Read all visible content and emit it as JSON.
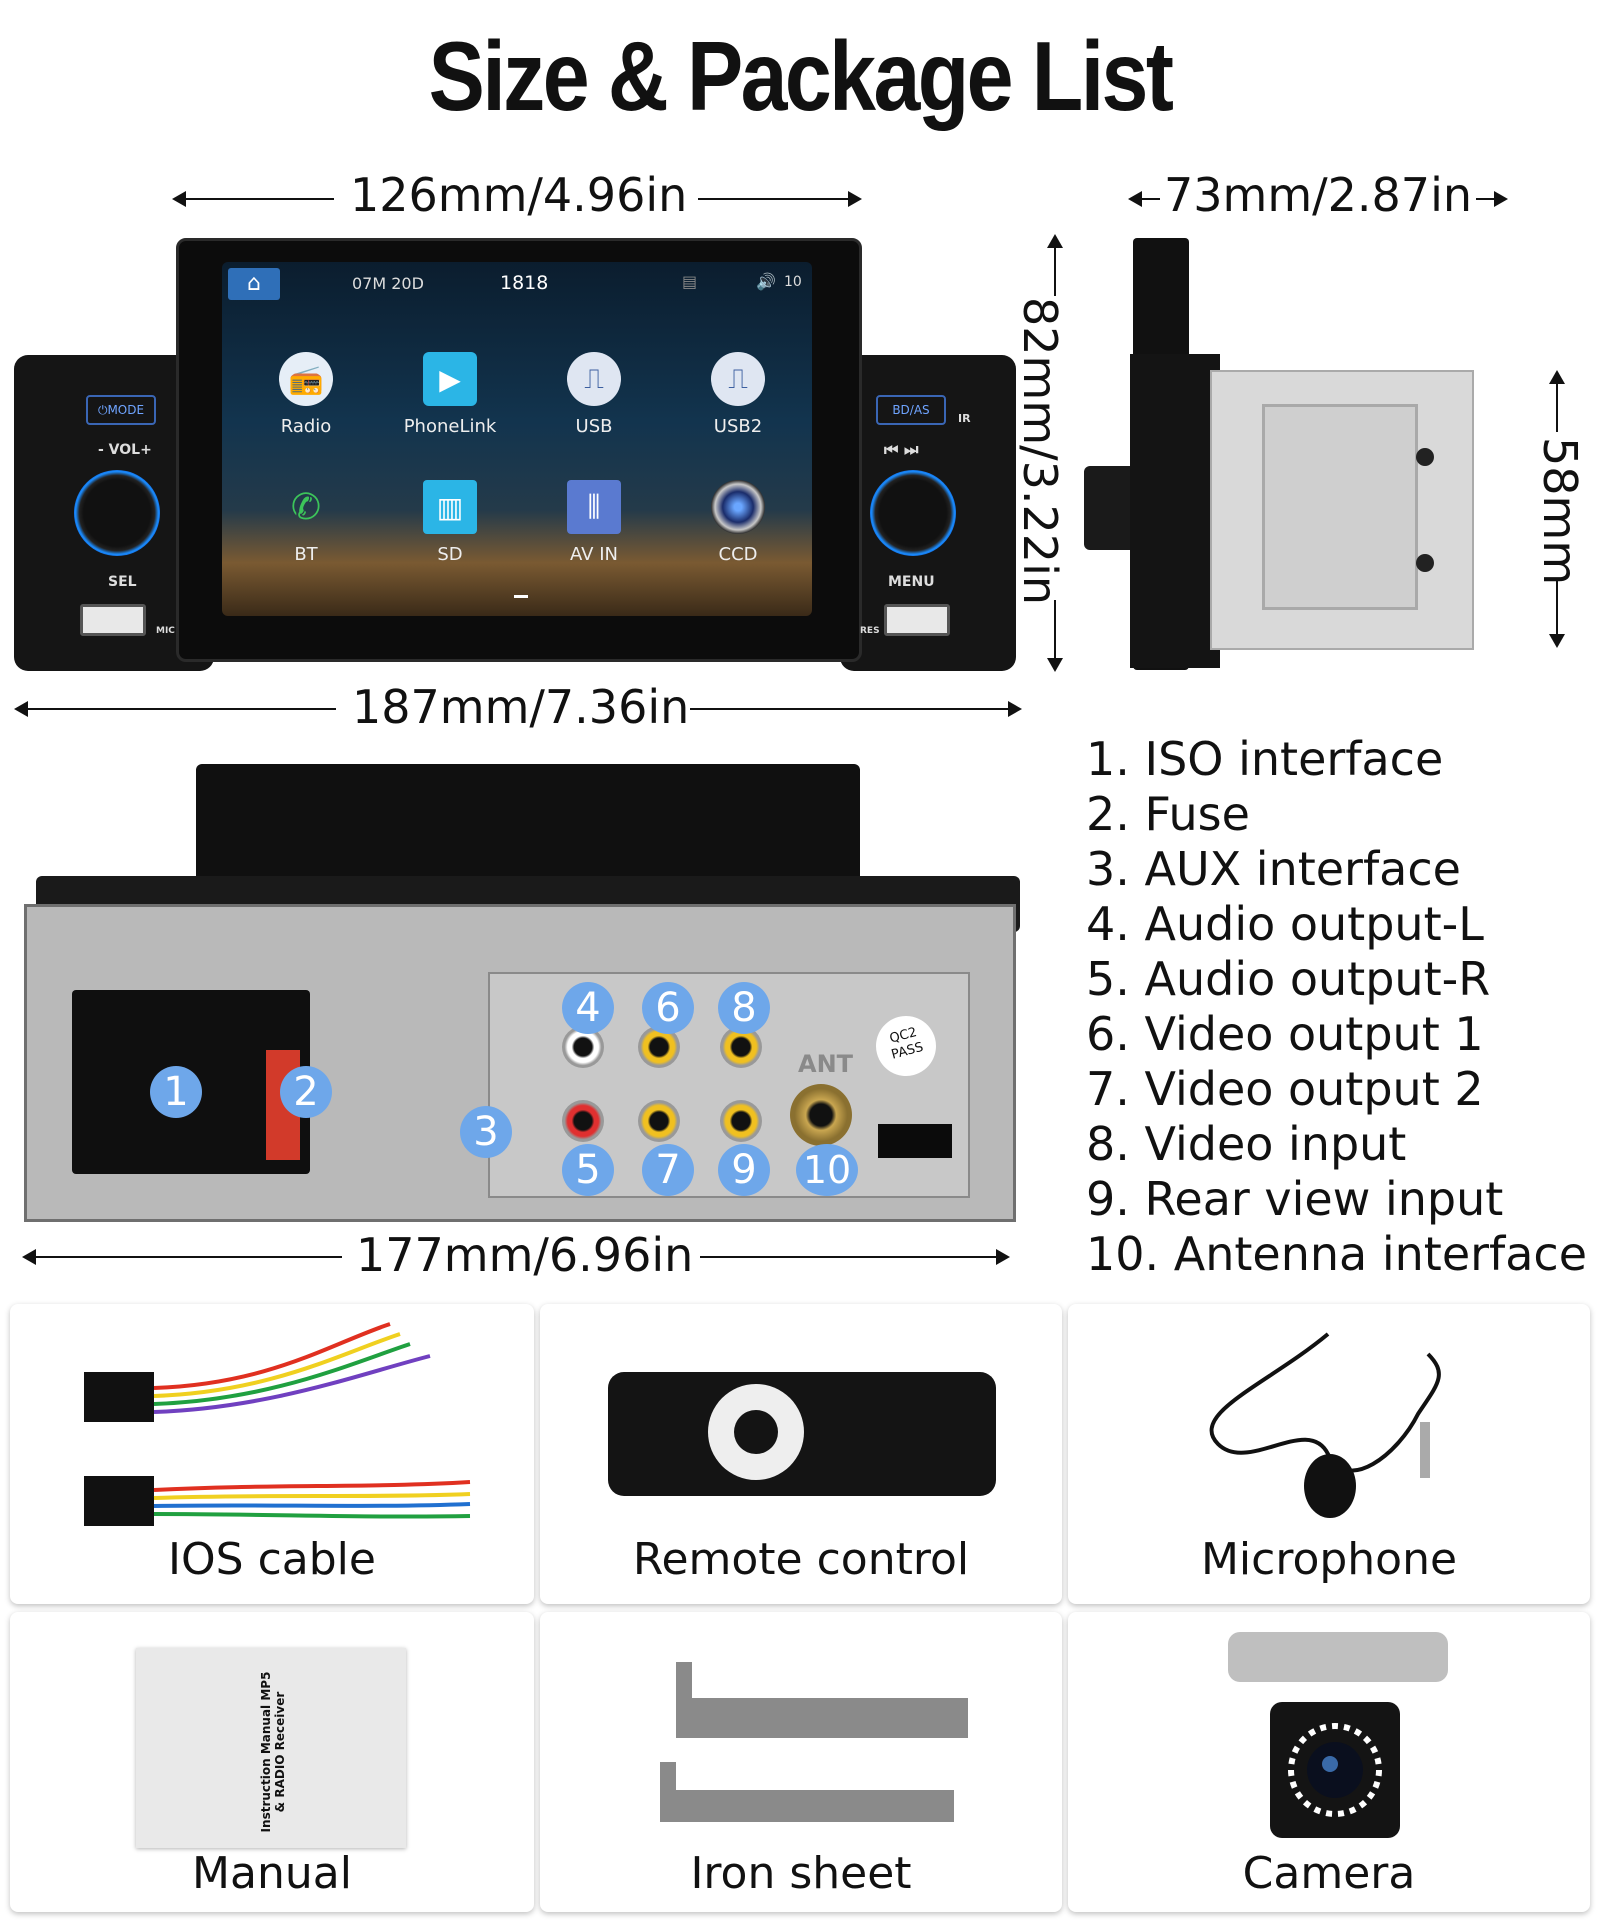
{
  "title": "Size & Package List",
  "dimensions": {
    "front_width": "126mm/4.96in",
    "side_depth": "73mm/2.87in",
    "front_height": "82mm/3.22in",
    "side_height": "58mm",
    "total_width": "187mm/7.36in",
    "rear_width": "177mm/6.96in"
  },
  "screen": {
    "date": "07M 20D",
    "time": "1818",
    "volume": "10",
    "apps": [
      {
        "label": "Radio",
        "icon": "radio-icon"
      },
      {
        "label": "PhoneLink",
        "icon": "phonelink-icon"
      },
      {
        "label": "USB",
        "icon": "usb-icon"
      },
      {
        "label": "USB2",
        "icon": "usb2-icon"
      },
      {
        "label": "BT",
        "icon": "phone-icon"
      },
      {
        "label": "SD",
        "icon": "sd-card-icon"
      },
      {
        "label": "AV IN",
        "icon": "av-in-icon"
      },
      {
        "label": "CCD",
        "icon": "camera-lens-icon"
      }
    ]
  },
  "unit_labels": {
    "mode": "MODE",
    "vol": "- VOL+",
    "sel": "SEL",
    "mic": "MIC",
    "bdas": "BD/AS",
    "ir": "IR",
    "menu": "MENU",
    "res": "RES"
  },
  "rear": {
    "ant": "ANT",
    "qc2": "QC2 PASS",
    "badges": [
      "1",
      "2",
      "3",
      "4",
      "5",
      "6",
      "7",
      "8",
      "9",
      "10"
    ]
  },
  "interface_list": [
    "1. ISO interface",
    "2. Fuse",
    "3. AUX interface",
    "4. Audio output-L",
    "5. Audio output-R",
    "6. Video output 1",
    "7. Video output 2",
    "8. Video input",
    "9. Rear view input",
    "10. Antenna interface"
  ],
  "package": [
    {
      "label": "IOS cable",
      "icon": "cable-harness-icon"
    },
    {
      "label": "Remote control",
      "icon": "remote-icon"
    },
    {
      "label": "Microphone",
      "icon": "microphone-icon"
    },
    {
      "label": "Manual",
      "icon": "manual-icon"
    },
    {
      "label": "Iron sheet",
      "icon": "iron-sheet-icon"
    },
    {
      "label": "Camera",
      "icon": "camera-icon"
    }
  ],
  "manual_text": "Instruction Manual MP5 & RADIO Receiver"
}
